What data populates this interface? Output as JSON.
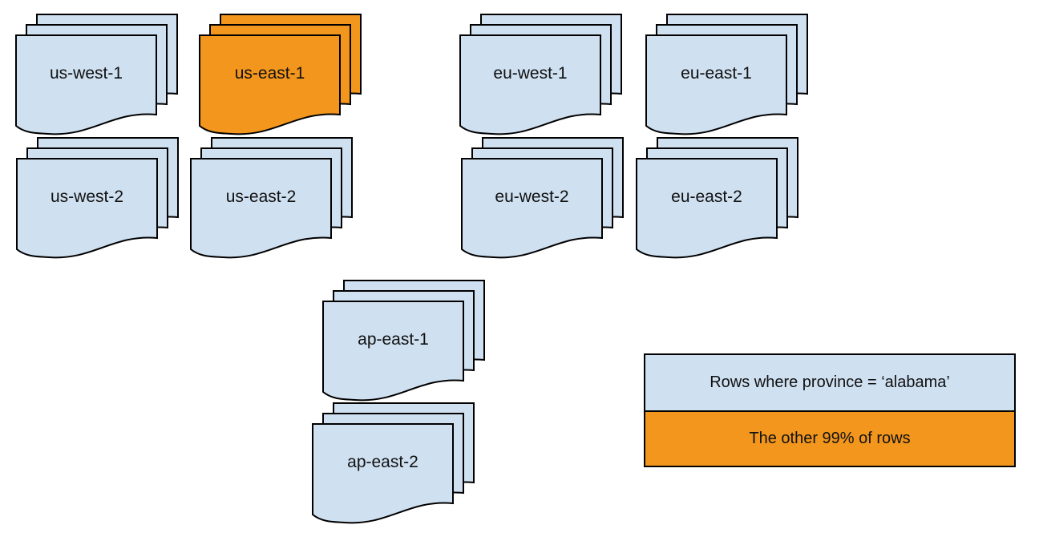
{
  "colors": {
    "doc-blue": "#cfe0f1",
    "doc-orange": "#f2961d",
    "stroke": "#000000",
    "text": "#111111",
    "background": "#ffffff"
  },
  "stacks": [
    {
      "id": "us-west-1",
      "label": "us-west-1",
      "variant": "blue",
      "sheets": 3
    },
    {
      "id": "us-east-1",
      "label": "us-east-1",
      "variant": "orange",
      "sheets": 3
    },
    {
      "id": "eu-west-1",
      "label": "eu-west-1",
      "variant": "blue",
      "sheets": 3
    },
    {
      "id": "eu-east-1",
      "label": "eu-east-1",
      "variant": "blue",
      "sheets": 3
    },
    {
      "id": "us-west-2",
      "label": "us-west-2",
      "variant": "blue",
      "sheets": 3
    },
    {
      "id": "us-east-2",
      "label": "us-east-2",
      "variant": "blue",
      "sheets": 3
    },
    {
      "id": "eu-west-2",
      "label": "eu-west-2",
      "variant": "blue",
      "sheets": 3
    },
    {
      "id": "eu-east-2",
      "label": "eu-east-2",
      "variant": "blue",
      "sheets": 3
    },
    {
      "id": "ap-east-1",
      "label": "ap-east-1",
      "variant": "blue",
      "sheets": 3
    },
    {
      "id": "ap-east-2",
      "label": "ap-east-2",
      "variant": "blue",
      "sheets": 3
    }
  ],
  "legend": {
    "items": [
      {
        "label": "Rows where province = ‘alabama’",
        "variant": "blue"
      },
      {
        "label": "The other 99% of rows",
        "variant": "orange"
      }
    ]
  }
}
